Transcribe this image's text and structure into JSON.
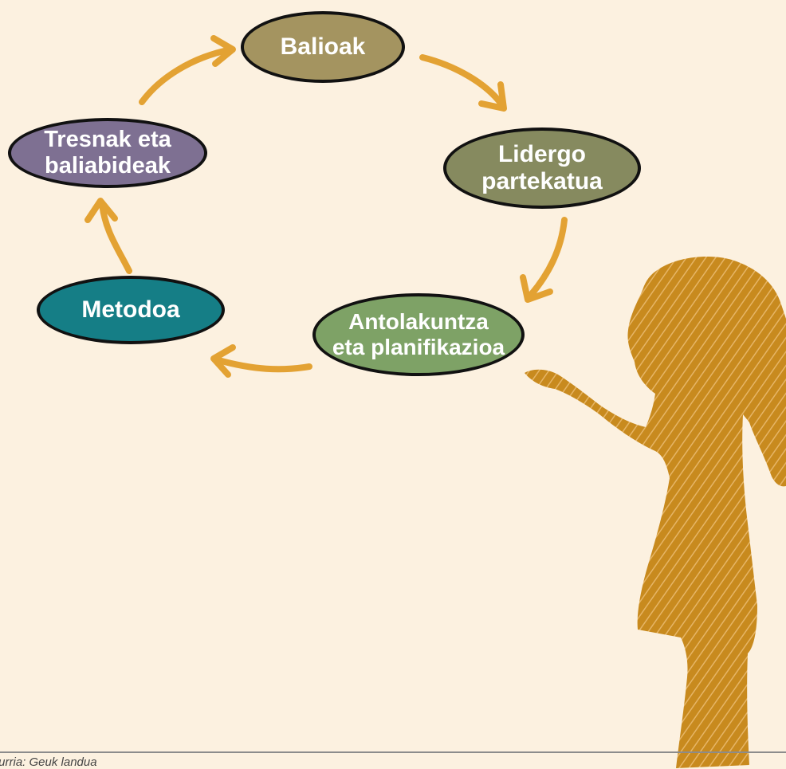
{
  "nodes": {
    "balioak": "Balioak",
    "lidergo": "Lidergo\npartekatua",
    "antolakuntza": "Antolakuntza\neta planifikazioa",
    "metodoa": "Metodoa",
    "tresnak": "Tresnak eta\nbaliabideak"
  },
  "footer": {
    "source": "turria: Geuk landua"
  },
  "colors": {
    "background": "#fcf1e0",
    "arrow": "#e3a233",
    "silhouette": "#c88a1e",
    "balioak": "#a49460",
    "lidergo": "#868a5f",
    "antolakuntza": "#7ea266",
    "metodoa": "#157e86",
    "tresnak": "#7e7092"
  },
  "icons": {
    "cycle_arrows": "curved-arrow-icon",
    "figure": "girl-silhouette-icon"
  }
}
